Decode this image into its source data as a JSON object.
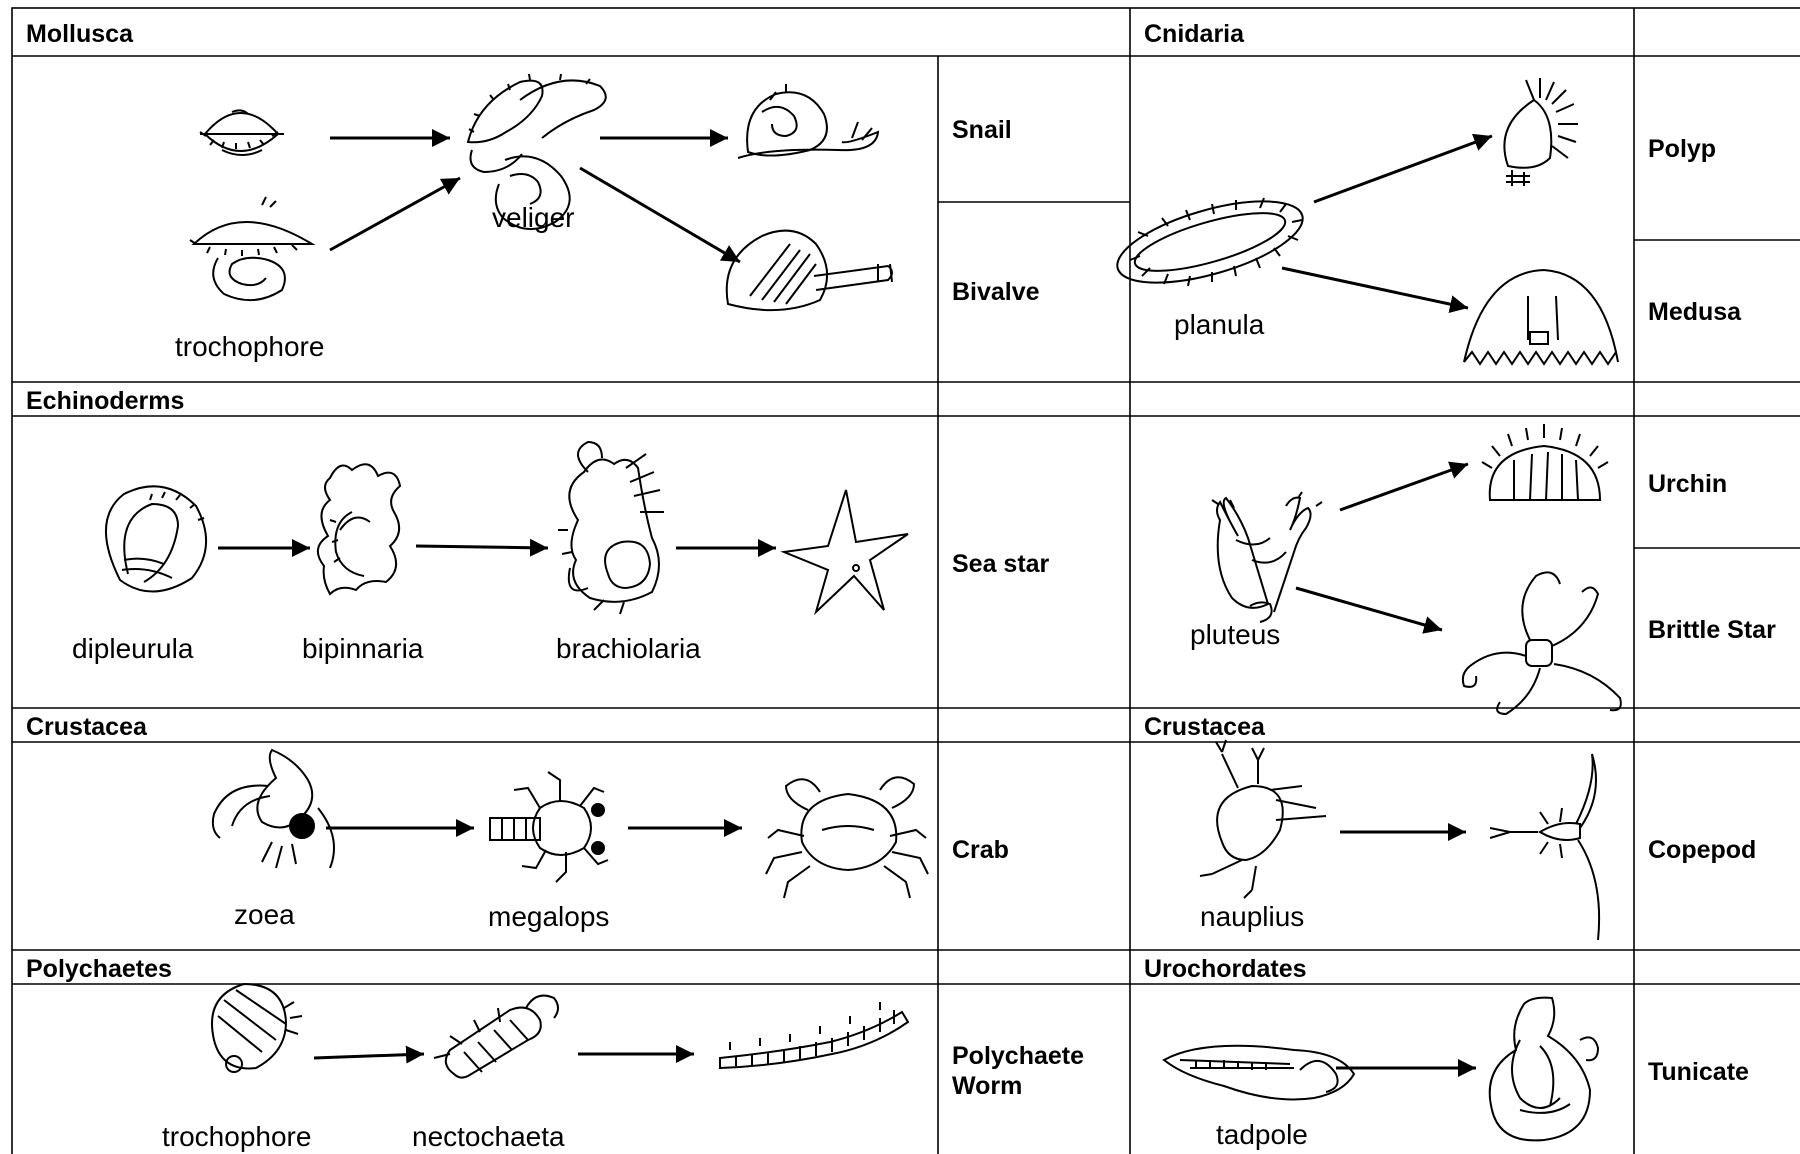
{
  "sections": {
    "mollusca": {
      "header": "Mollusca",
      "stages": {
        "trochophore": "trochophore",
        "veliger": "veliger"
      },
      "adults": {
        "snail": "Snail",
        "bivalve": "Bivalve"
      }
    },
    "cnidaria": {
      "header": "Cnidaria",
      "stages": {
        "planula": "planula"
      },
      "adults": {
        "polyp": "Polyp",
        "medusa": "Medusa"
      }
    },
    "echinoderms": {
      "header": "Echinoderms",
      "stages": {
        "dipleurula": "dipleurula",
        "bipinnaria": "bipinnaria",
        "brachiolaria": "brachiolaria",
        "pluteus": "pluteus"
      },
      "adults": {
        "seastar": "Sea star",
        "urchin": "Urchin",
        "brittlestar": "Brittle Star"
      }
    },
    "crustacea_left": {
      "header": "Crustacea",
      "stages": {
        "zoea": "zoea",
        "megalops": "megalops"
      },
      "adults": {
        "crab": "Crab"
      }
    },
    "crustacea_right": {
      "header": "Crustacea",
      "stages": {
        "nauplius": "nauplius"
      },
      "adults": {
        "copepod": "Copepod"
      }
    },
    "polychaetes": {
      "header": "Polychaetes",
      "stages": {
        "trochophore": "trochophore",
        "nectochaeta": "nectochaeta"
      },
      "adults": {
        "worm_line1": "Polychaete",
        "worm_line2": "Worm"
      }
    },
    "urochordates": {
      "header": "Urochordates",
      "stages": {
        "tadpole": "tadpole"
      },
      "adults": {
        "tunicate": "Tunicate"
      }
    }
  }
}
